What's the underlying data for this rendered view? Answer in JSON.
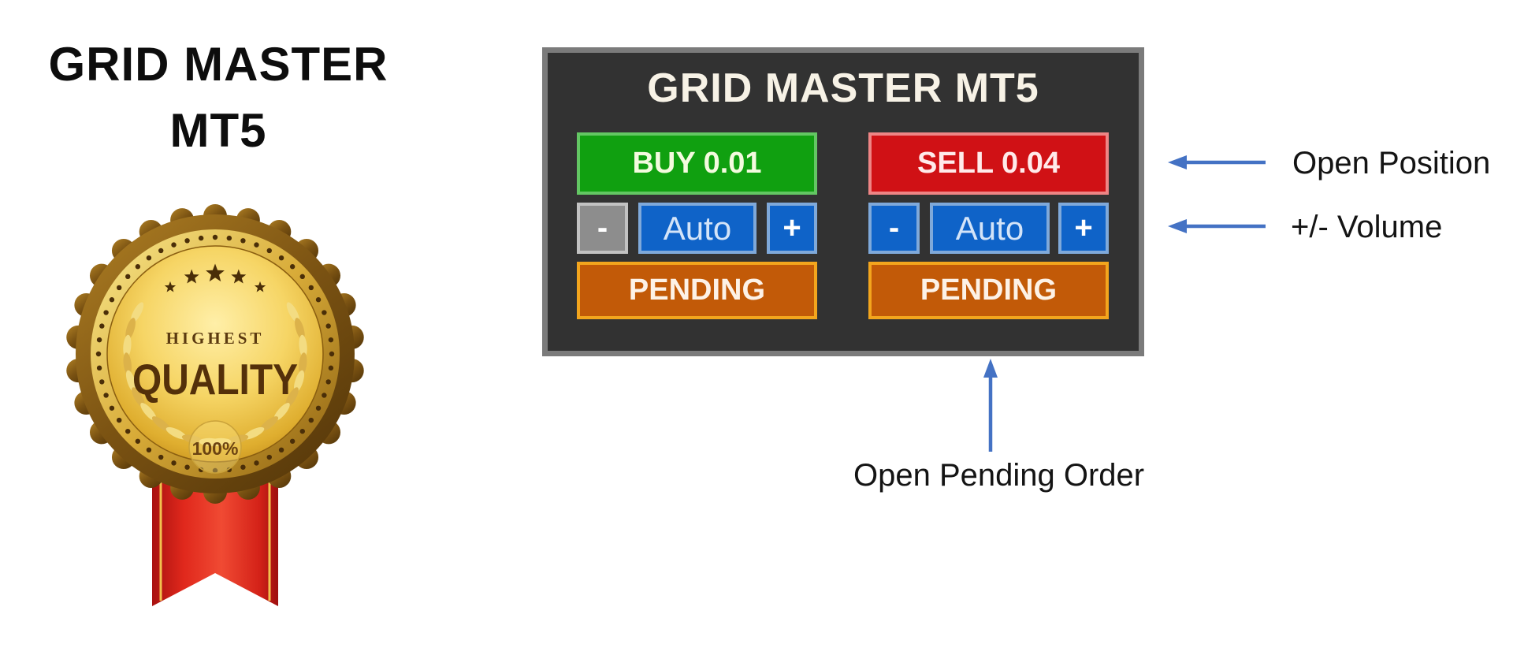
{
  "left": {
    "title_line1": "GRID MASTER",
    "title_line2": "MT5",
    "medal": {
      "top_text": "HIGHEST",
      "main_text": "QUALITY",
      "badge_value": "100%",
      "stars": 5
    }
  },
  "panel": {
    "title": "GRID MASTER MT5",
    "columns": [
      {
        "side": "buy",
        "trade_label": "BUY 0.01",
        "minus": "-",
        "auto": "Auto",
        "plus": "+",
        "pending": "PENDING"
      },
      {
        "side": "sell",
        "trade_label": "SELL 0.04",
        "minus": "-",
        "auto": "Auto",
        "plus": "+",
        "pending": "PENDING"
      }
    ]
  },
  "annotations": [
    {
      "label": "Open Position"
    },
    {
      "label": "+/- Volume"
    },
    {
      "label": "Open Pending Order"
    }
  ],
  "colors": {
    "accent_arrow_blue": "#4472c4",
    "panel_bg": "#323232",
    "panel_border": "#7b7b7b",
    "buy_green": "#10a010",
    "buy_green_border": "#63c763",
    "sell_red": "#d01115",
    "sell_red_border": "#ee8585",
    "stepper_blue": "#0f63c8",
    "stepper_blue_border": "#7fa9da",
    "stepper_gray": "#8d8d8d",
    "stepper_gray_border": "#c2c2c2",
    "pending_orange": "#c25a08",
    "pending_orange_border": "#f3a51d",
    "ribbon_red": "#d92a1c",
    "gold": "#e8c45a"
  }
}
